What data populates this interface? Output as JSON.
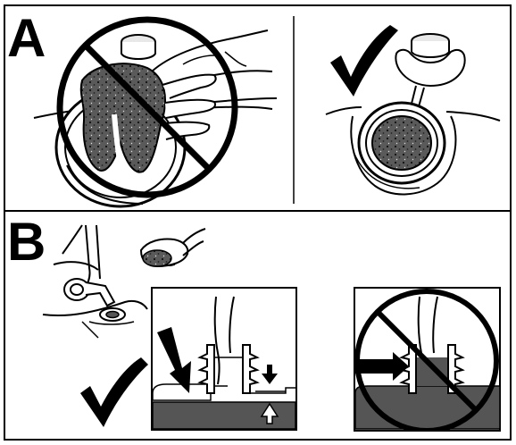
{
  "figure": {
    "panels": [
      {
        "letter": "A",
        "frames": [
          {
            "name": "wrong-wipe-inside-cap",
            "mark": "prohibited"
          },
          {
            "name": "correct-wipe-filter-pad",
            "mark": "check"
          }
        ]
      },
      {
        "letter": "B",
        "frames": [
          {
            "name": "overview-water-tank",
            "mark": "none"
          },
          {
            "name": "correct-fill-level",
            "mark": "check"
          },
          {
            "name": "wrong-fill-level",
            "mark": "prohibited"
          }
        ]
      }
    ]
  },
  "colors": {
    "stroke": "#000000",
    "background": "#ffffff",
    "sponge": "#5a5a5a",
    "water": "#555555",
    "light_gray": "#e8e8e8"
  },
  "icons": [
    "prohibited-icon",
    "checkmark-icon",
    "arrow-right-icon",
    "arrow-down-icon",
    "arrow-up-icon"
  ]
}
